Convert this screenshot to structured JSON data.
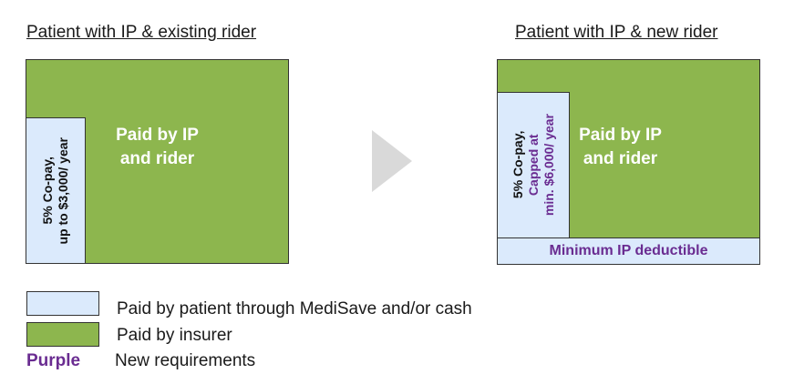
{
  "left_panel": {
    "title": "Patient with IP & existing rider",
    "insurer_line1": "Paid by IP",
    "insurer_line2": "and rider",
    "copay_line1": "5% Co-pay,",
    "copay_line2": "up to $3,000/ year"
  },
  "right_panel": {
    "title": "Patient with IP & new rider",
    "insurer_line1": "Paid by IP",
    "insurer_line2": "and rider",
    "copay_line1": "5% Co-pay,",
    "copay_line2": "Capped at",
    "copay_line3": "min. $6,000/ year",
    "deductible": "Minimum IP deductible"
  },
  "legend": {
    "patient": "Paid by patient through MediSave and/or cash",
    "insurer": "Paid by insurer",
    "purple_label": "Purple",
    "purple_desc": "New requirements"
  },
  "colors": {
    "insurer_green": "#8db64e",
    "patient_blue": "#dbeafc",
    "new_requirement_purple": "#6a2c91",
    "arrow_gray": "#d9d9d9"
  },
  "icons": {
    "arrow": "play-triangle-icon"
  }
}
